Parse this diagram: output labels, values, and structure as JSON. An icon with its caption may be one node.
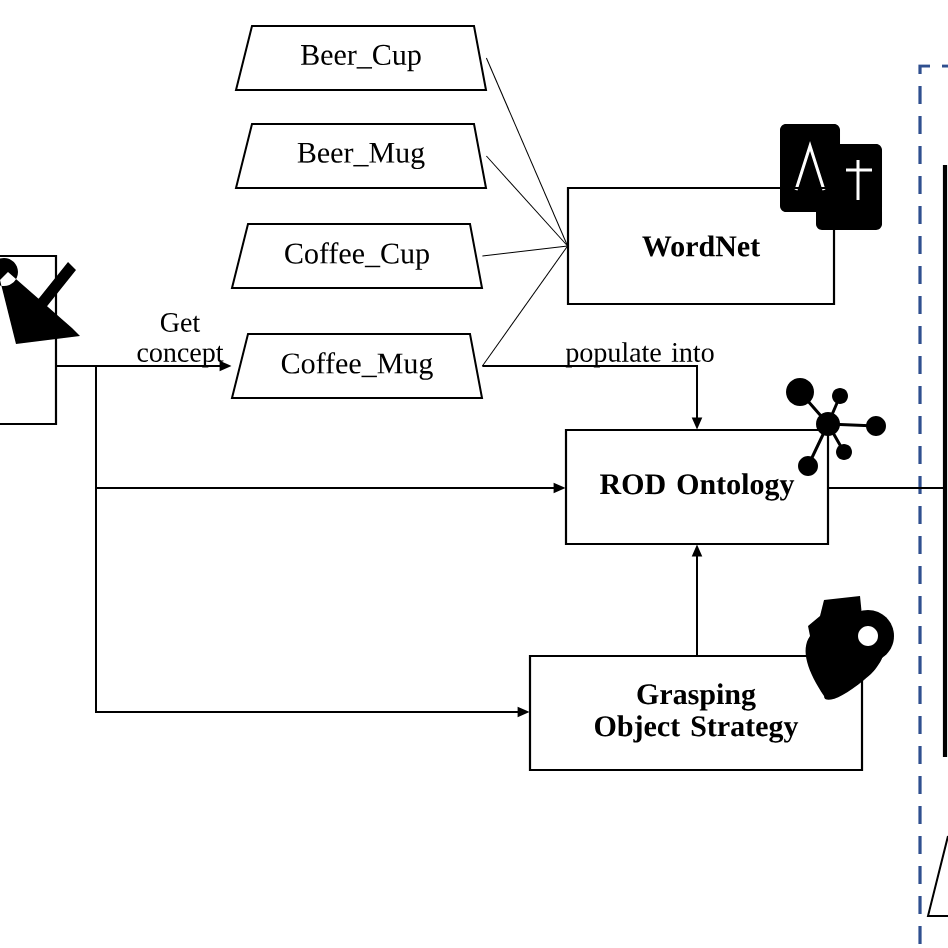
{
  "diagram": {
    "nodes": [
      {
        "text": [],
        "shape": "box"
      },
      {
        "text": [
          "Beer_Cup"
        ]
      },
      {
        "text": [
          "Beer_Mug"
        ]
      },
      {
        "text": [
          "Coffee_Cup"
        ]
      },
      {
        "text": [
          "Coffee_Mug"
        ]
      },
      {
        "text": [
          "WordNet"
        ]
      },
      {
        "text": [
          "ROD Ontology"
        ]
      },
      {
        "text": [
          "Grasping Object Strategy"
        ]
      },
      {
        "text": [],
        "shape": "box"
      },
      {
        "text": [],
        "shape": "box",
        "in": 8
      },
      {
        "text": [],
        "shape": "triangle",
        "in": 8
      }
    ],
    "edges": [
      {
        "from": 0,
        "to": 4,
        "arrow": "to",
        "label": "Get concept"
      },
      {
        "from": 0,
        "to": 6,
        "arrow": "to"
      },
      {
        "from": 0,
        "to": 7,
        "arrow": "to"
      },
      {
        "from": 1,
        "to": 5,
        "arrow": "none"
      },
      {
        "from": 2,
        "to": 5,
        "arrow": "none"
      },
      {
        "from": 3,
        "to": 5,
        "arrow": "none"
      },
      {
        "from": 4,
        "to": 5,
        "arrow": "none"
      },
      {
        "from": 4,
        "to": 6,
        "arrow": "to",
        "label": "populate into"
      },
      {
        "from": 7,
        "to": 6,
        "arrow": "to"
      },
      {
        "from": 6,
        "to": 9,
        "arrow": "none"
      }
    ]
  }
}
